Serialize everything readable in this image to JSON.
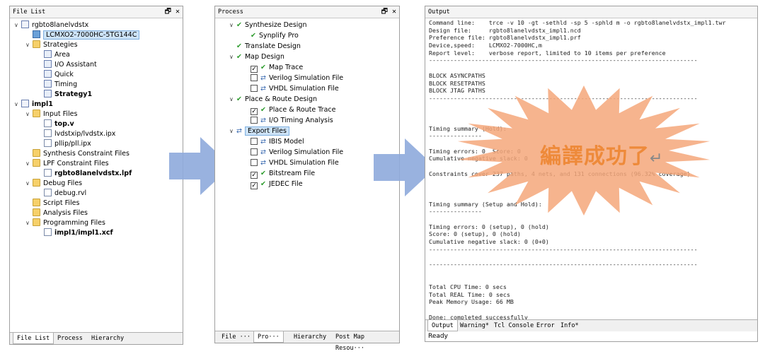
{
  "file_list_panel": {
    "title": "File List",
    "controls": "🗗 ✕",
    "tree": [
      {
        "label": "rgbto8lanelvdstx",
        "indent": 0,
        "arrow": "∨",
        "icon": "doc"
      },
      {
        "label": "LCMXO2-7000HC-5TG144C",
        "indent": 1,
        "arrow": "",
        "icon": "chip",
        "selected": true
      },
      {
        "label": "Strategies",
        "indent": 1,
        "arrow": "∨",
        "icon": "folder"
      },
      {
        "label": "Area",
        "indent": 2,
        "arrow": "",
        "icon": "strat"
      },
      {
        "label": "I/O Assistant",
        "indent": 2,
        "arrow": "",
        "icon": "strat"
      },
      {
        "label": "Quick",
        "indent": 2,
        "arrow": "",
        "icon": "strat"
      },
      {
        "label": "Timing",
        "indent": 2,
        "arrow": "",
        "icon": "strat"
      },
      {
        "label": "Strategy1",
        "indent": 2,
        "arrow": "",
        "icon": "strat",
        "bold": true
      },
      {
        "label": "impl1",
        "indent": 0,
        "arrow": "∨",
        "icon": "doc",
        "bold": true
      },
      {
        "label": "Input Files",
        "indent": 1,
        "arrow": "∨",
        "icon": "folder"
      },
      {
        "label": "top.v",
        "indent": 2,
        "arrow": "",
        "icon": "file",
        "bold": true
      },
      {
        "label": "lvdstxip/lvdstx.ipx",
        "indent": 2,
        "arrow": "",
        "icon": "file"
      },
      {
        "label": "pllip/pll.ipx",
        "indent": 2,
        "arrow": "",
        "icon": "file"
      },
      {
        "label": "Synthesis Constraint Files",
        "indent": 1,
        "arrow": "",
        "icon": "folder"
      },
      {
        "label": "LPF Constraint Files",
        "indent": 1,
        "arrow": "∨",
        "icon": "folder"
      },
      {
        "label": "rgbto8lanelvdstx.lpf",
        "indent": 2,
        "arrow": "",
        "icon": "file",
        "bold": true
      },
      {
        "label": "Debug Files",
        "indent": 1,
        "arrow": "∨",
        "icon": "folder"
      },
      {
        "label": "debug.rvl",
        "indent": 2,
        "arrow": "",
        "icon": "file"
      },
      {
        "label": "Script Files",
        "indent": 1,
        "arrow": "",
        "icon": "folder"
      },
      {
        "label": "Analysis Files",
        "indent": 1,
        "arrow": "",
        "icon": "folder"
      },
      {
        "label": "Programming Files",
        "indent": 1,
        "arrow": "∨",
        "icon": "folder"
      },
      {
        "label": "impl1/impl1.xcf",
        "indent": 2,
        "arrow": "",
        "icon": "file",
        "bold": true
      }
    ],
    "tabs": [
      "File List",
      "Process",
      "Hierarchy"
    ]
  },
  "process_panel": {
    "title": "Process",
    "controls": "🗗 ✕",
    "tree": [
      {
        "label": "Synthesize Design",
        "indent": 0,
        "arrow": "∨",
        "kind": "green"
      },
      {
        "label": "Synplify Pro",
        "indent": 1,
        "arrow": "",
        "kind": "green"
      },
      {
        "label": "Translate Design",
        "indent": 0,
        "arrow": "",
        "kind": "green"
      },
      {
        "label": "Map Design",
        "indent": 0,
        "arrow": "∨",
        "kind": "green"
      },
      {
        "label": "Map Trace",
        "indent": 1,
        "arrow": "",
        "kind": "green",
        "check": true
      },
      {
        "label": "Verilog Simulation File",
        "indent": 1,
        "arrow": "",
        "kind": "blue",
        "check": false
      },
      {
        "label": "VHDL Simulation File",
        "indent": 1,
        "arrow": "",
        "kind": "blue",
        "check": false
      },
      {
        "label": "Place & Route Design",
        "indent": 0,
        "arrow": "∨",
        "kind": "green"
      },
      {
        "label": "Place & Route Trace",
        "indent": 1,
        "arrow": "",
        "kind": "green",
        "check": true
      },
      {
        "label": "I/O Timing Analysis",
        "indent": 1,
        "arrow": "",
        "kind": "blue",
        "check": false
      },
      {
        "label": "Export Files",
        "indent": 0,
        "arrow": "∨",
        "kind": "blue",
        "selected": true
      },
      {
        "label": "IBIS Model",
        "indent": 1,
        "arrow": "",
        "kind": "blue",
        "check": false
      },
      {
        "label": "Verilog Simulation File",
        "indent": 1,
        "arrow": "",
        "kind": "blue",
        "check": false
      },
      {
        "label": "VHDL Simulation File",
        "indent": 1,
        "arrow": "",
        "kind": "blue",
        "check": false
      },
      {
        "label": "Bitstream File",
        "indent": 1,
        "arrow": "",
        "kind": "green",
        "check": true
      },
      {
        "label": "JEDEC File",
        "indent": 1,
        "arrow": "",
        "kind": "green",
        "check": true
      }
    ],
    "tabs": [
      "File ···",
      "Pro···",
      "Hierarchy",
      "Post Map Resou···"
    ]
  },
  "output_panel": {
    "title": "Output",
    "lines": [
      "Command line:    trce -v 10 -gt -sethld -sp 5 -sphld m -o rgbto8lanelvdstx_impl1.twr",
      "Design file:     rgbto8lanelvdstx_impl1.ncd",
      "Preference file: rgbto8lanelvdstx_impl1.prf",
      "Device,speed:    LCMXO2-7000HC,m",
      "Report level:    verbose report, limited to 10 items per preference",
      "----------------------------------------------------------------------------",
      "",
      "BLOCK ASYNCPATHS",
      "BLOCK RESETPATHS",
      "BLOCK JTAG PATHS",
      "----------------------------------------------------------------------------",
      "",
      "",
      "",
      "Timing summary (Hold):",
      "---------------",
      "",
      "Timing errors: 0  Score: 0",
      "Cumulative negative slack: 0",
      "",
      "Constraints cover 237 paths, 4 nets, and 131 connections (96.32% coverage)",
      "",
      "",
      "",
      "Timing summary (Setup and Hold):",
      "---------------",
      "",
      "Timing errors: 0 (setup), 0 (hold)",
      "Score: 0 (setup), 0 (hold)",
      "Cumulative negative slack: 0 (0+0)",
      "----------------------------------------------------------------------------",
      "",
      "----------------------------------------------------------------------------",
      "",
      "",
      "Total CPU Time: 0 secs",
      "Total REAL Time: 0 secs",
      "Peak Memory Usage: 66 MB",
      "",
      "Done: completed successfully"
    ],
    "tabs": [
      "Output",
      "Warning*",
      "Tcl Console",
      "Error",
      "Info*"
    ],
    "status": "Ready"
  },
  "annotation": {
    "text": "編譯成功了",
    "return_symbol": "↵",
    "color": "#f5a77a"
  }
}
